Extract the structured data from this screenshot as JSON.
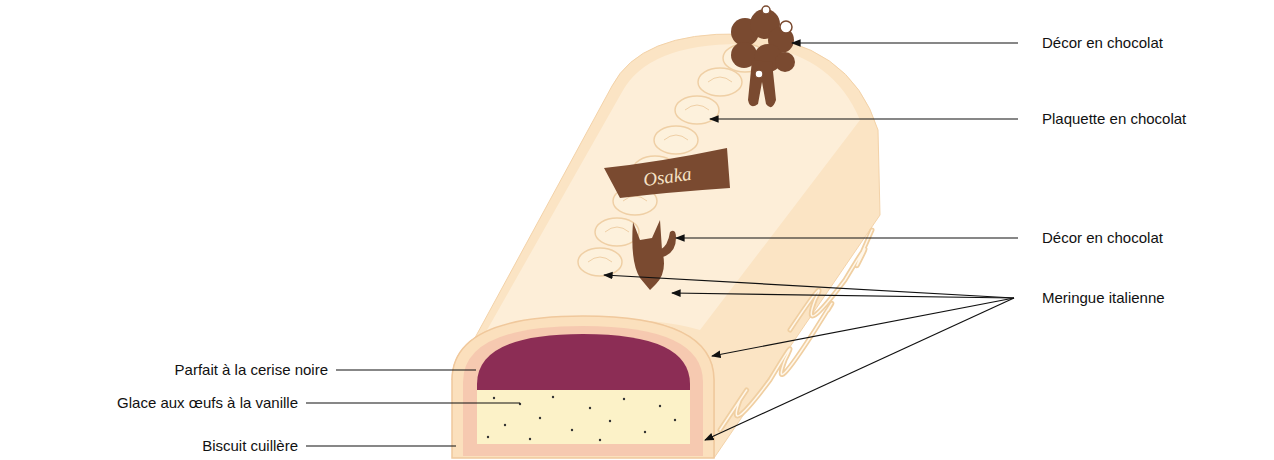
{
  "diagram": {
    "labels": [
      "Décor en chocolat",
      "Plaquette en chocolat",
      "Osaka",
      "Décor en chocolat",
      "Meringue italienne",
      "Parfait à la cerise noire",
      "Glace aux œufs à la vanille",
      "Biscuit cuillère"
    ]
  }
}
